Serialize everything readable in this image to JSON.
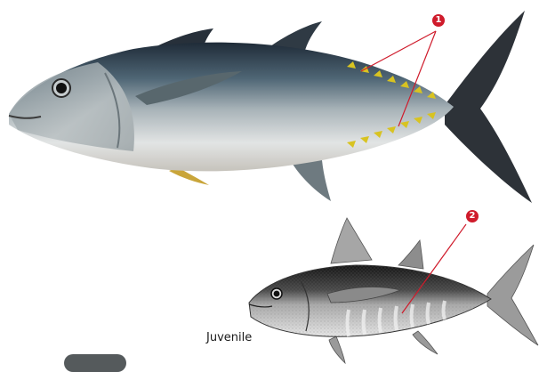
{
  "figure": {
    "callouts": [
      {
        "label": "1"
      },
      {
        "label": "2"
      }
    ],
    "juvenile_caption": "Juvenile",
    "colors": {
      "callout_red": "#cf1b2b",
      "finlet_yellow": "#d8c321",
      "tail_dark": "#2d3238",
      "belly_silver": "#d9dde0"
    }
  }
}
